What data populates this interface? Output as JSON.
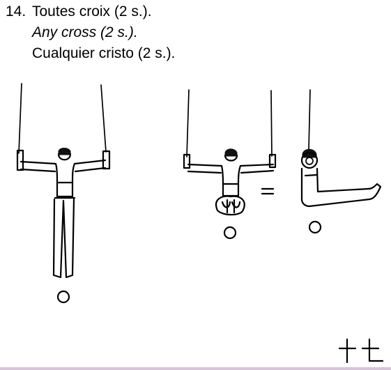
{
  "entry": {
    "number": "14.",
    "lines": {
      "french": "Toutes croix (2 s.).",
      "english": "Any cross (2 s.).",
      "spanish": "Cualquier cristo (2 s.)."
    }
  },
  "illustration": {
    "equals_sign": "=",
    "symbol_notation": "+ t"
  },
  "colors": {
    "ink": "#000000",
    "background": "#ffffff",
    "bottom_border": "#d7c4d8"
  }
}
